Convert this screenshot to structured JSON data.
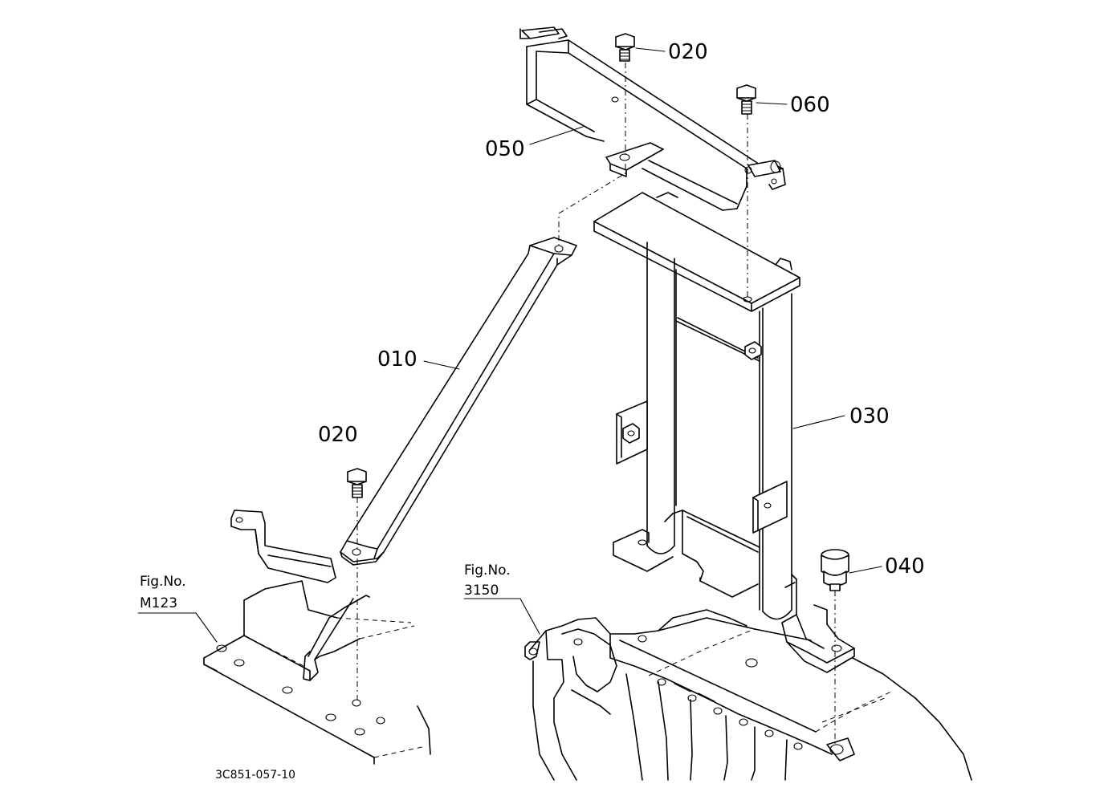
{
  "callouts": {
    "c010": "010",
    "c020_top": "020",
    "c020_low": "020",
    "c030": "030",
    "c040": "040",
    "c050": "050",
    "c060": "060"
  },
  "references": {
    "left_fig": "Fig.No.",
    "left_num": "M123",
    "right_fig": "Fig.No.",
    "right_num": "3150"
  },
  "drawing_code": "3C851-057-10"
}
